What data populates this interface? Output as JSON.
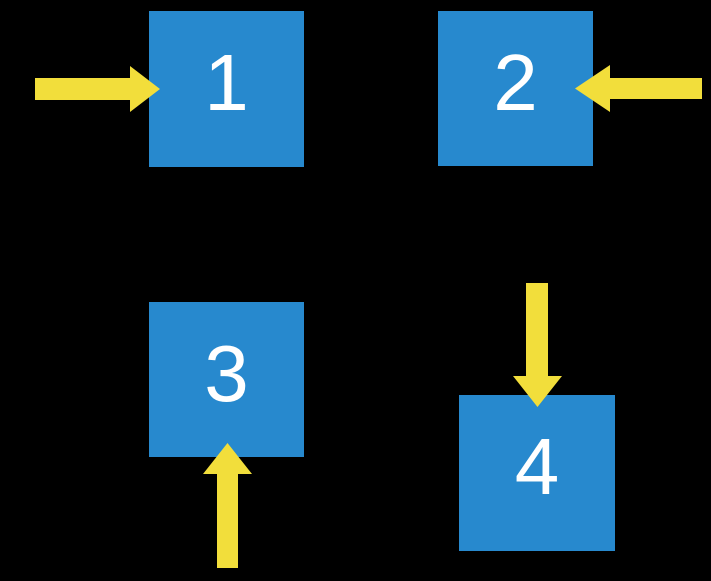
{
  "colors": {
    "background": "#000000",
    "square": "#2789CE",
    "arrow": "#F2DE3B",
    "label": "#FFFFFF"
  },
  "squares": [
    {
      "label": "1",
      "arrow": "yellow arrow pointing right into left side of square"
    },
    {
      "label": "2",
      "arrow": "yellow arrow pointing left into right side of square"
    },
    {
      "label": "3",
      "arrow": "yellow arrow pointing up into bottom side of square"
    },
    {
      "label": "4",
      "arrow": "yellow arrow pointing down into top side of square"
    }
  ]
}
